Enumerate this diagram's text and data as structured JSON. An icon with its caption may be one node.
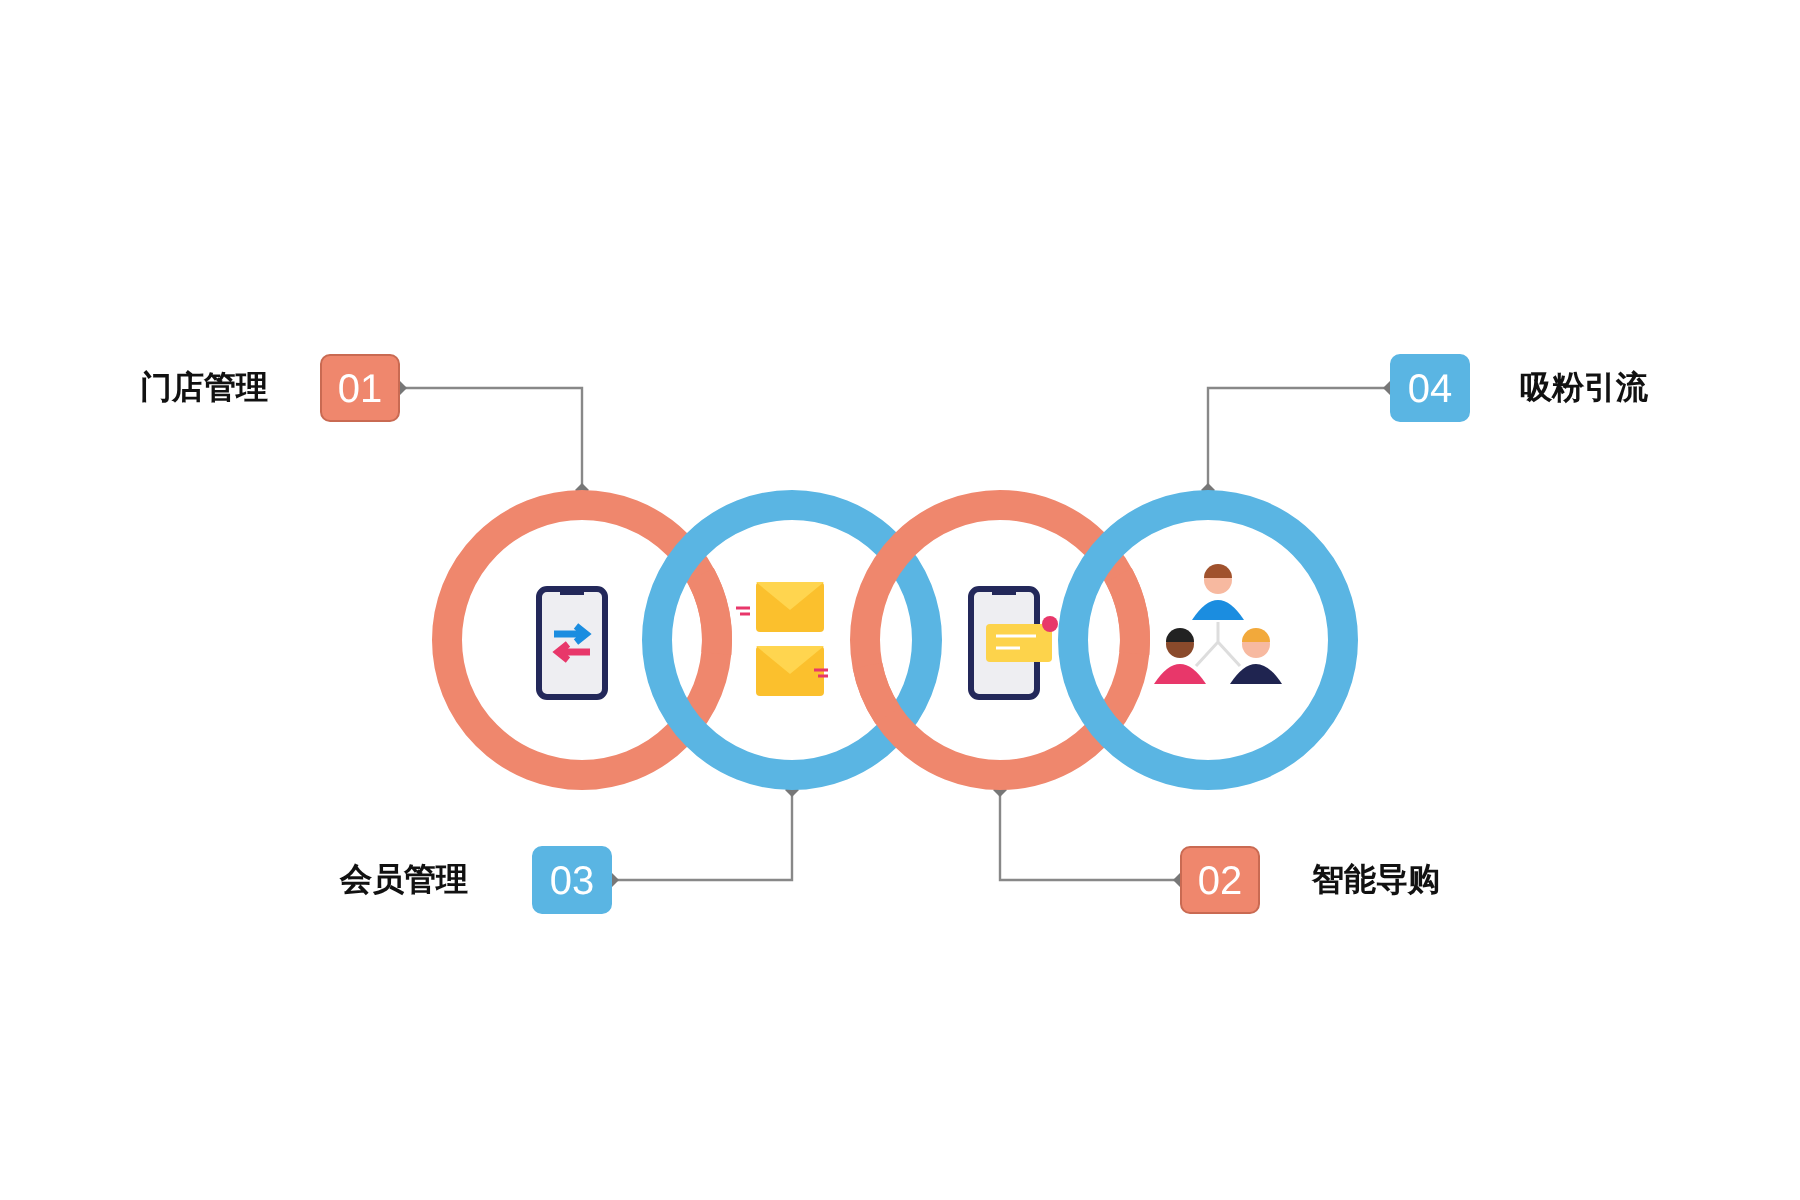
{
  "diagram": {
    "nodes": [
      {
        "text": [
          "01"
        ],
        "beside": [
          "门店管理"
        ]
      },
      {
        "text": [
          "04"
        ],
        "beside": [
          "吸粉引流"
        ]
      },
      {
        "text": [
          "03"
        ],
        "beside": [
          "会员管理"
        ]
      },
      {
        "text": [
          "02"
        ],
        "beside": [
          "智能导购"
        ]
      },
      {
        "text": [],
        "shape": "circle"
      },
      {
        "text": [],
        "shape": "circle"
      },
      {
        "text": [],
        "shape": "circle"
      },
      {
        "text": [],
        "shape": "circle"
      }
    ],
    "edges": [
      {
        "from": 0,
        "to": 4,
        "arrow": "other"
      },
      {
        "from": 1,
        "to": 7,
        "arrow": "other"
      },
      {
        "from": 2,
        "to": 5,
        "arrow": "other"
      },
      {
        "from": 3,
        "to": 6,
        "arrow": "other"
      }
    ]
  }
}
